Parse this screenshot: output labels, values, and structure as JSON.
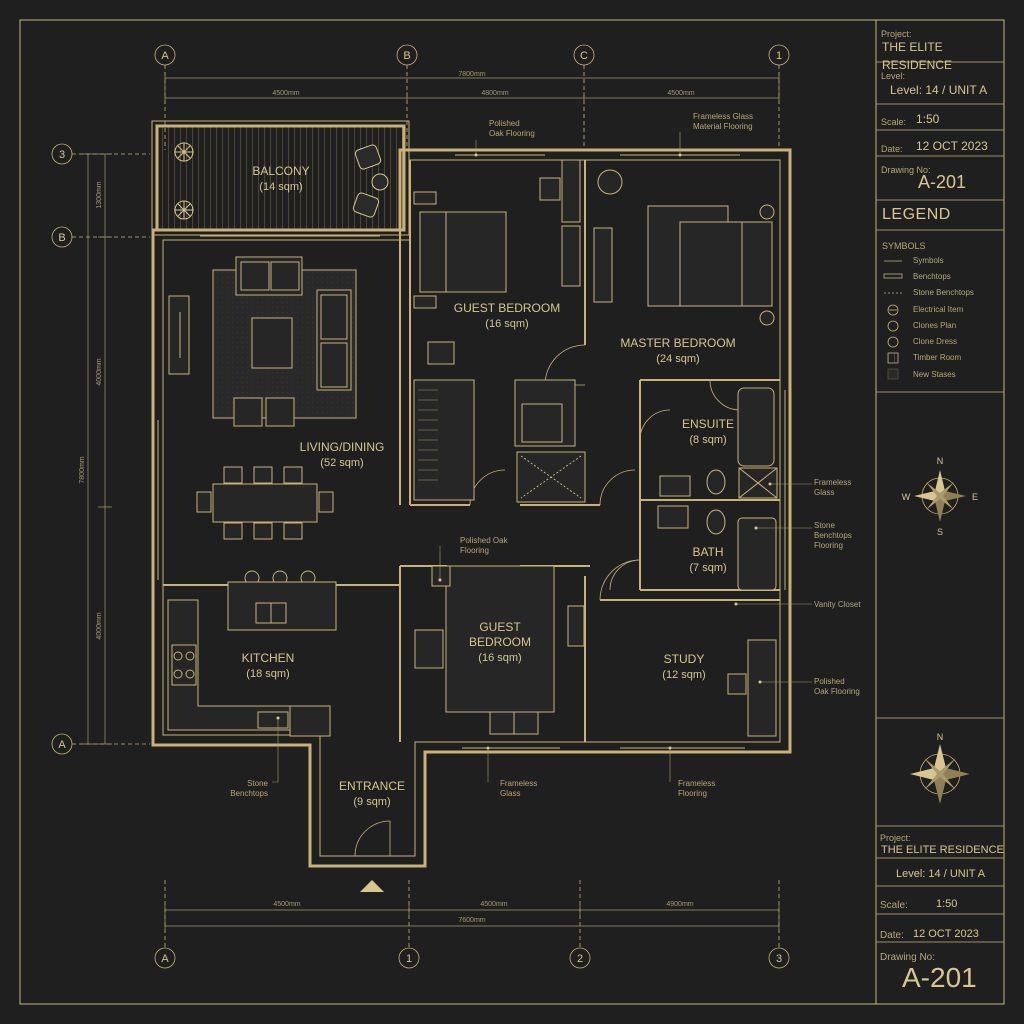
{
  "colors": {
    "background": "#1f1f1f",
    "line": "#c9b277",
    "text": "#d8c690",
    "muted": "#a89a6e"
  },
  "grid": {
    "top": [
      "A",
      "B",
      "C",
      "1"
    ],
    "bottom": [
      "A",
      "1",
      "2",
      "3"
    ],
    "left": [
      "3",
      "B",
      "A"
    ]
  },
  "dimensions": {
    "top_total": "7800mm",
    "top_seg1": "4500mm",
    "top_seg2": "4800mm",
    "top_seg3": "4500mm",
    "bottom_seg1": "4500mm",
    "bottom_seg2": "4500mm",
    "bottom_seg3": "4900mm",
    "bottom_total": "7600mm",
    "left_total": "7800mm",
    "left_seg1": "1300mm",
    "left_seg2": "4000mm",
    "left_seg3": "4000mm"
  },
  "rooms": {
    "balcony": {
      "name": "BALCONY",
      "area": "(14 sqm)"
    },
    "guest_bedroom_1": {
      "name": "GUEST BEDROOM",
      "area": "(16 sqm)"
    },
    "master_bedroom": {
      "name": "MASTER BEDROOM",
      "area": "(24 sqm)"
    },
    "living_dining": {
      "name": "LIVING/DINING",
      "area": "(52 sqm)"
    },
    "ensuite": {
      "name": "ENSUITE",
      "area": "(8 sqm)"
    },
    "bath": {
      "name": "BATH",
      "area": "(7 sqm)"
    },
    "kitchen": {
      "name": "KITCHEN",
      "area": "(18 sqm)"
    },
    "guest_bedroom_2": {
      "name1": "GUEST",
      "name2": "BEDROOM",
      "area": "(16 sqm)"
    },
    "study": {
      "name": "STUDY",
      "area": "(12 sqm)"
    },
    "entrance": {
      "name": "ENTRANCE",
      "area": "(9 sqm)"
    }
  },
  "annotations": {
    "polished_oak_top": [
      "Polished",
      "Oak Flooring"
    ],
    "frameless_glass_top": [
      "Frameless Glass",
      "Material Flooring"
    ],
    "polished_oak_mid": [
      "Polished Oak",
      "Flooring"
    ],
    "frameless_glass_right": [
      "Frameless",
      "Glass"
    ],
    "stone_benchtops_right": [
      "Stone",
      "Benchtops",
      "Flooring"
    ],
    "vanity_closet": [
      "Vanity Closet"
    ],
    "polished_oak_right": [
      "Polished",
      "Oak Flooring"
    ],
    "stone_benchtops_left": [
      "Stone",
      "Benchtops"
    ],
    "frameless_glass_bottom": [
      "Frameless",
      "Glass"
    ],
    "frameless_flooring_bottom": [
      "Frameless",
      "Flooring"
    ]
  },
  "compass": {
    "n": "N",
    "s": "S",
    "e": "E",
    "w": "W"
  },
  "title_block_top": {
    "project_label": "Project:",
    "project": "THE ELITE RESIDENCE",
    "level_label": "Level:",
    "level": "Level: 14 / UNIT A",
    "scale_label": "Scale:",
    "scale": "1:50",
    "date_label": "Date:",
    "date": "12 OCT 2023",
    "drawing_label": "Drawing No:",
    "drawing_no": "A-201"
  },
  "legend": {
    "title": "LEGEND",
    "subtitle": "SYMBOLS",
    "items": [
      "Symbols",
      "Benchtops",
      "Stone Benchtops",
      "Electrical Item",
      "Clones Plan",
      "Clone Dress",
      "Timber Room",
      "New Stases"
    ]
  },
  "title_block_bottom": {
    "project_label": "Project:",
    "project": "THE ELITE RESIDENCE",
    "level": "Level: 14 / UNIT A",
    "scale_label": "Scale:",
    "scale": "1:50",
    "date_label": "Date:",
    "date": "12 OCT 2023",
    "drawing_label": "Drawing No:",
    "drawing_no": "A-201"
  }
}
